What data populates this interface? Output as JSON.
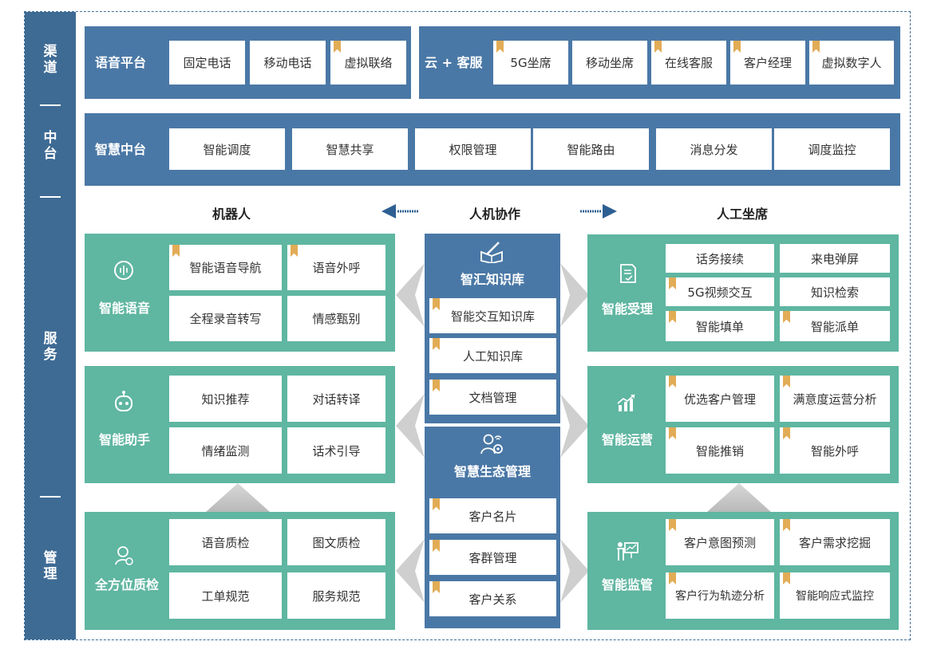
{
  "sidebar": {
    "channel": "渠\n道",
    "middle": "中\n台",
    "service": "服\n务",
    "manage": "管\n理"
  },
  "channel": {
    "voice": {
      "title": "语音平台",
      "items": [
        "固定电话",
        "移动电话",
        "虚拟联络"
      ]
    },
    "cloud": {
      "title": "云 + 客服",
      "items": [
        "5G坐席",
        "移动坐席",
        "在线客服",
        "客户经理",
        "虚拟数字人"
      ]
    }
  },
  "middle": {
    "title": "智慧中台",
    "items": [
      "智能调度",
      "智慧共享",
      "权限管理",
      "智能路由",
      "消息分发",
      "调度监控"
    ]
  },
  "headings": {
    "robot": "机器人",
    "collab": "人机协作",
    "human": "人工坐席"
  },
  "robot": {
    "voice": {
      "title": "智能语音",
      "items": [
        "智能语音导航",
        "语音外呼",
        "全程录音转写",
        "情感甄别"
      ]
    },
    "assistant": {
      "title": "智能助手",
      "items": [
        "知识推荐",
        "对话转译",
        "情绪监测",
        "话术引导"
      ]
    },
    "qc": {
      "title": "全方位质检",
      "items": [
        "语音质检",
        "图文质检",
        "工单规范",
        "服务规范"
      ]
    }
  },
  "center": {
    "knowledge": {
      "title": "智汇知识库",
      "items": [
        "智能交互知识库",
        "人工知识库",
        "文档管理"
      ]
    },
    "eco": {
      "title": "智慧生态管理",
      "items": [
        "客户名片",
        "客群管理",
        "客户关系"
      ]
    }
  },
  "human": {
    "accept": {
      "title": "智能受理",
      "items": [
        "话务接续",
        "来电弹屏",
        "5G视频交互",
        "知识检索",
        "智能填单",
        "智能派单"
      ]
    },
    "ops": {
      "title": "智能运营",
      "items": [
        "优选客户管理",
        "满意度运营分析",
        "智能推销",
        "智能外呼"
      ]
    },
    "monitor": {
      "title": "智能监管",
      "items": [
        "客户意图预测",
        "客户需求挖掘",
        "客户行为轨迹分析",
        "智能响应式监控"
      ]
    }
  },
  "colors": {
    "sidebar": "#3e6b94",
    "band": "#4a78a6",
    "green": "#5fb6a1",
    "bookmark": "#e2ac56",
    "arrow": "#2e5f92"
  }
}
